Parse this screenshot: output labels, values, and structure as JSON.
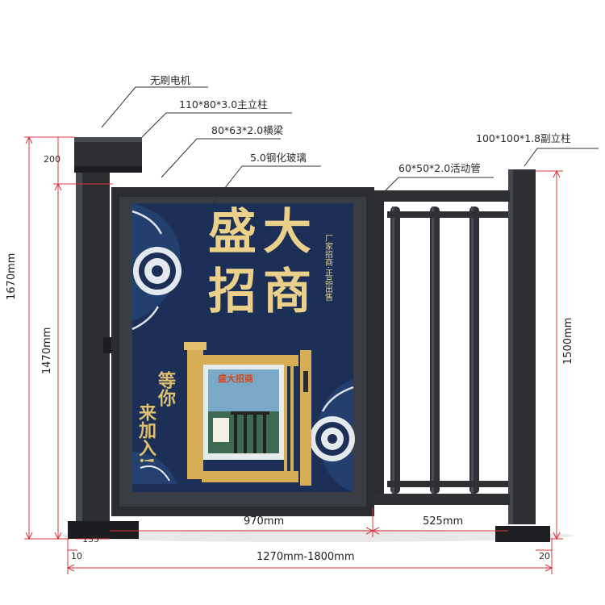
{
  "callouts": {
    "motor": "无刷电机",
    "main_post": "110*80*3.0主立柱",
    "crossbeam": "80*63*2.0横梁",
    "glass": "5.0钢化玻璃",
    "movable_tube": "60*50*2.0活动管",
    "aux_post": "100*100*1.8副立柱"
  },
  "dimensions": {
    "top_200": "200",
    "h_1670": "1670mm",
    "h_1470": "1470mm",
    "h_1500": "1500mm",
    "w_970": "970mm",
    "w_525": "525mm",
    "w_135": "135",
    "w_10": "10",
    "w_20": "20",
    "w_total": "1270mm-1800mm"
  },
  "poster": {
    "char1": "盛",
    "char2": "大",
    "char3": "招",
    "char4": "商",
    "tagline": "厂家招商·正品出售",
    "invite_1": "等你",
    "invite_2": "来加入!",
    "mini_title": "盛大招商"
  },
  "colors": {
    "frame": "#2a2c30",
    "poster_bg": "#1b2f57",
    "gold": "#d6ad55",
    "dim_line": "#d9343c"
  }
}
